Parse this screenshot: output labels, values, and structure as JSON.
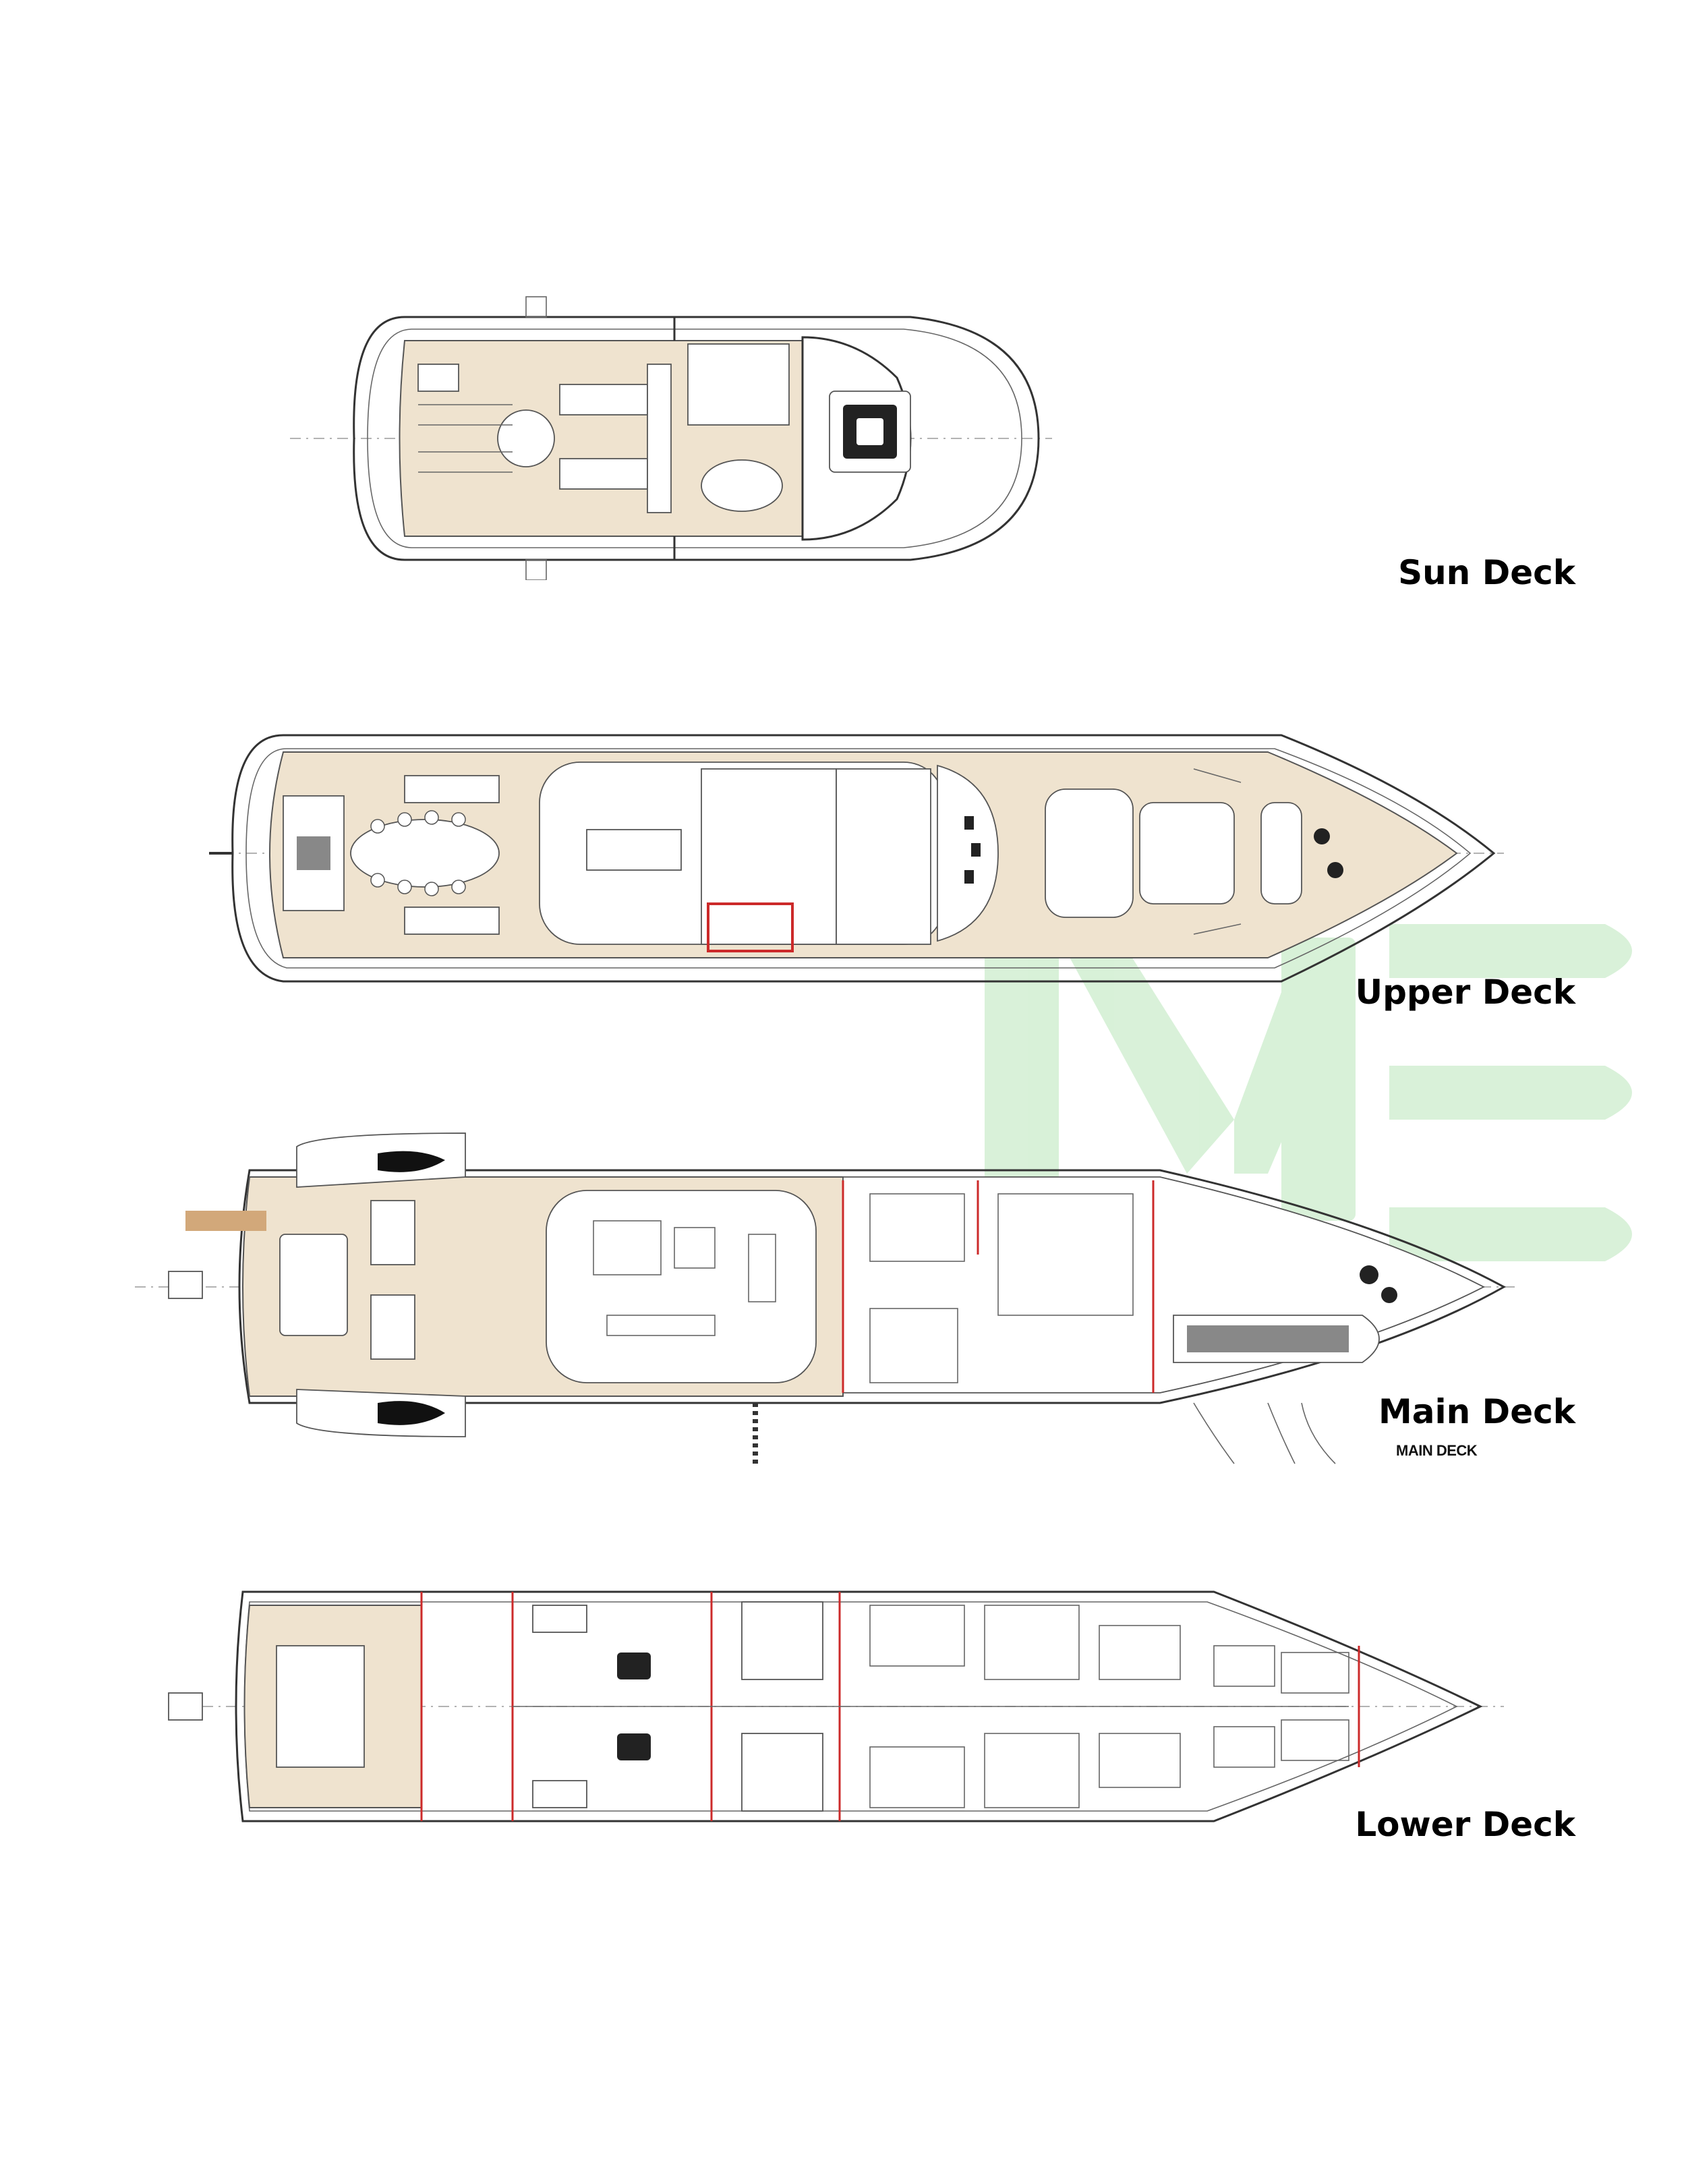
{
  "decks": [
    {
      "id": "sun",
      "label": "Sun Deck"
    },
    {
      "id": "upper",
      "label": "Upper Deck"
    },
    {
      "id": "main",
      "label": "Main Deck",
      "caption": "MAIN DECK"
    },
    {
      "id": "lower",
      "label": "Lower Deck"
    }
  ],
  "colors": {
    "deck_fill": "#efe3cf",
    "watermark": "#bfe8bf",
    "partition": "#cc2a2a"
  }
}
